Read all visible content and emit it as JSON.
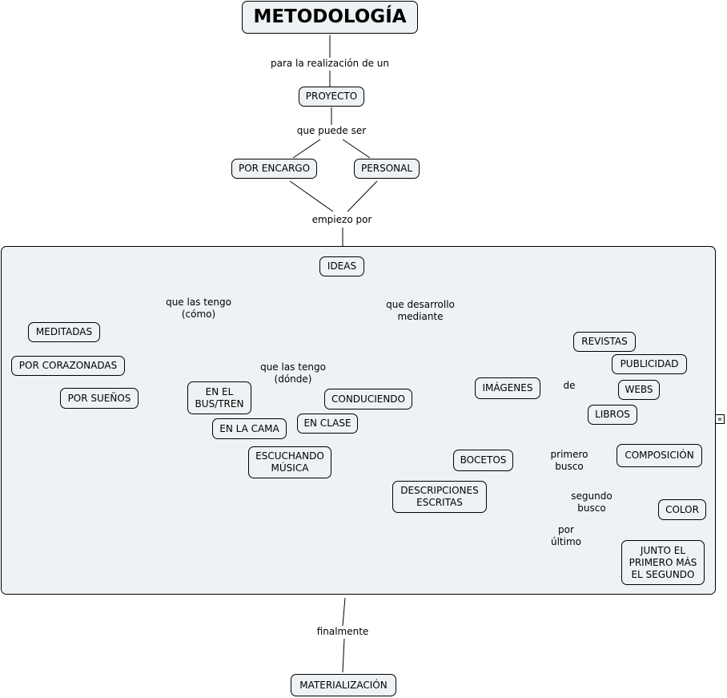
{
  "map": {
    "title": "METODOLOGÍA",
    "nodes": {
      "proyecto": "PROYECTO",
      "por_encargo": "POR ENCARGO",
      "personal": "PERSONAL",
      "ideas": "IDEAS",
      "meditadas": "MEDITADAS",
      "por_corazonadas": "POR CORAZONADAS",
      "por_suenos": "POR SUEÑOS",
      "en_el_bus": "EN EL\nBUS/TREN",
      "en_la_cama": "EN LA CAMA",
      "escuchando_musica": "ESCUCHANDO\nMÚSICA",
      "en_clase": "EN CLASE",
      "conduciendo": "CONDUCIENDO",
      "imagenes": "IMÁGENES",
      "revistas": "REVISTAS",
      "publicidad": "PUBLICIDAD",
      "webs": "WEBS",
      "libros": "LIBROS",
      "bocetos": "BOCETOS",
      "composicion": "COMPOSICIÓN",
      "color": "COLOR",
      "junto": "JUNTO EL\nPRIMERO MÁS\nEL SEGUNDO",
      "descripciones": "DESCRIPCIONES\nESCRITAS",
      "materializacion": "MATERIALIZACIÓN"
    },
    "links": {
      "para_la_realizacion": "para la realización de un",
      "que_puede_ser": "que puede ser",
      "empiezo_por": "empiezo por",
      "que_las_tengo_como": "que las tengo\n(cómo)",
      "que_las_tengo_donde": "que las tengo\n(dónde)",
      "que_desarrollo": "que desarrollo\nmediante",
      "de": "de",
      "primero_busco": "primero\nbusco",
      "segundo_busco": "segundo\nbusco",
      "por_ultimo": "por\núltimo",
      "finalmente": "finalmente"
    },
    "collapse_symbol": "«"
  }
}
